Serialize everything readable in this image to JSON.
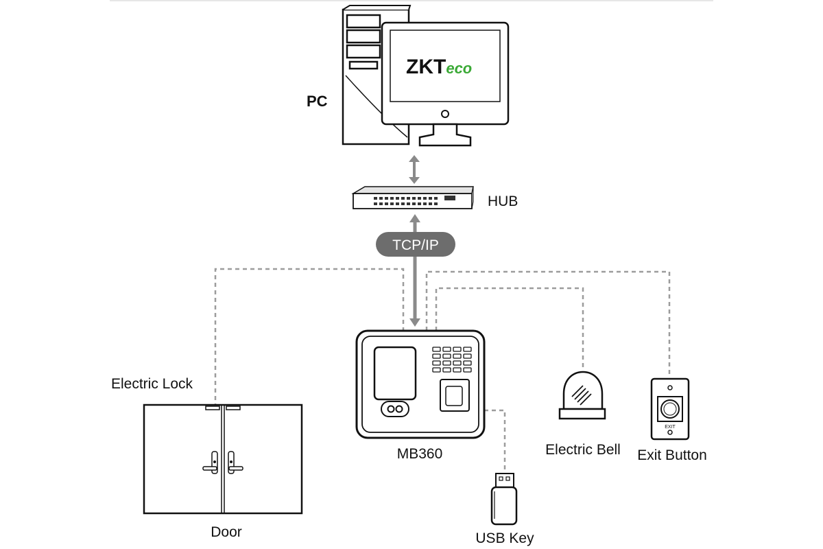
{
  "labels": {
    "pc": "PC",
    "hub": "HUB",
    "protocol": "TCP/IP",
    "device": "MB360",
    "lock": "Electric Lock",
    "door": "Door",
    "bell": "Electric Bell",
    "exit_button": "Exit Button",
    "usb": "USB Key"
  },
  "logo": {
    "text_main": "ZKT",
    "text_accent": "eco",
    "accent_color": "#3aa935"
  },
  "exit_button_caption": "EXIT",
  "colors": {
    "line": "#9c9c9c",
    "protocol_badge": "#6d6d6d",
    "connector": "#8a8a8a"
  }
}
